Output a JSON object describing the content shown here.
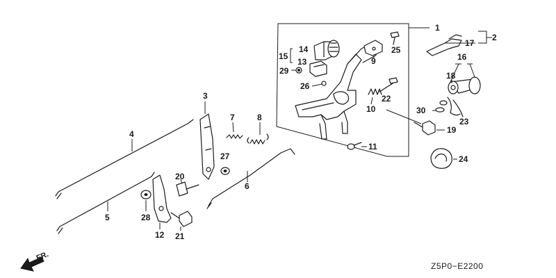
{
  "diagram": {
    "code": "Z5P0−E2200",
    "direction_label": "FR.",
    "callouts": [
      {
        "id": "c1",
        "text": "1"
      },
      {
        "id": "c2",
        "text": "2"
      },
      {
        "id": "c3",
        "text": "3"
      },
      {
        "id": "c4",
        "text": "4"
      },
      {
        "id": "c5",
        "text": "5"
      },
      {
        "id": "c6",
        "text": "6"
      },
      {
        "id": "c7",
        "text": "7"
      },
      {
        "id": "c8",
        "text": "8"
      },
      {
        "id": "c9",
        "text": "9"
      },
      {
        "id": "c10",
        "text": "10"
      },
      {
        "id": "c11",
        "text": "11"
      },
      {
        "id": "c12",
        "text": "12"
      },
      {
        "id": "c13",
        "text": "13"
      },
      {
        "id": "c14",
        "text": "14"
      },
      {
        "id": "c15",
        "text": "15"
      },
      {
        "id": "c16",
        "text": "16"
      },
      {
        "id": "c17",
        "text": "17"
      },
      {
        "id": "c18",
        "text": "18"
      },
      {
        "id": "c19",
        "text": "19"
      },
      {
        "id": "c20",
        "text": "20"
      },
      {
        "id": "c21",
        "text": "21"
      },
      {
        "id": "c22",
        "text": "22"
      },
      {
        "id": "c23",
        "text": "23"
      },
      {
        "id": "c24",
        "text": "24"
      },
      {
        "id": "c25",
        "text": "25"
      },
      {
        "id": "c26",
        "text": "26"
      },
      {
        "id": "c27",
        "text": "27"
      },
      {
        "id": "c28",
        "text": "28"
      },
      {
        "id": "c29",
        "text": "29"
      },
      {
        "id": "c30",
        "text": "30"
      }
    ]
  }
}
